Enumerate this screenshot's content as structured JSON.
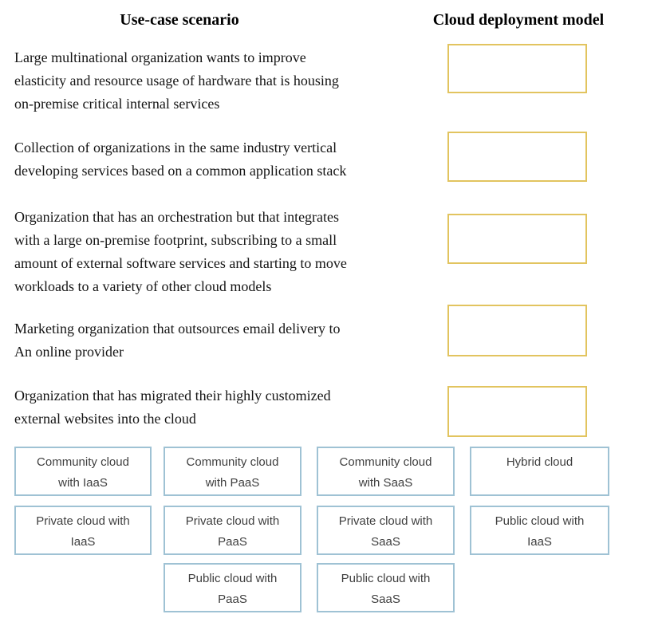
{
  "headers": {
    "left": "Use-case scenario",
    "right": "Cloud deployment model"
  },
  "scenarios": [
    {
      "lines": [
        "Large multinational organization wants to improve",
        "elasticity and resource usage of hardware that is housing",
        "on-premise critical internal services"
      ]
    },
    {
      "lines": [
        "Collection of organizations in the same industry vertical",
        "developing services based on a common application stack"
      ]
    },
    {
      "lines": [
        "Organization that has an orchestration but that integrates",
        "with a large on-premise footprint, subscribing to a small",
        "amount of external software services and starting to move",
        "workloads to a variety of other cloud models"
      ]
    },
    {
      "lines": [
        "Marketing organization that outsources email delivery to",
        "An online provider"
      ]
    },
    {
      "lines": [
        "Organization that has migrated their highly customized",
        "external websites into the cloud"
      ]
    }
  ],
  "drop_zones": [
    {
      "value": ""
    },
    {
      "value": ""
    },
    {
      "value": ""
    },
    {
      "value": ""
    },
    {
      "value": ""
    }
  ],
  "options": [
    {
      "label": "Community cloud with IaaS",
      "lines": [
        "Community cloud",
        "with IaaS"
      ]
    },
    {
      "label": "Community cloud with PaaS",
      "lines": [
        "Community cloud",
        "with PaaS"
      ]
    },
    {
      "label": "Community cloud with SaaS",
      "lines": [
        "Community cloud",
        "with SaaS"
      ]
    },
    {
      "label": "Hybrid cloud",
      "lines": [
        "Hybrid cloud"
      ]
    },
    {
      "label": "Private cloud with IaaS",
      "lines": [
        "Private cloud with",
        "IaaS"
      ]
    },
    {
      "label": "Private cloud with PaaS",
      "lines": [
        "Private cloud with",
        "PaaS"
      ]
    },
    {
      "label": "Private cloud with SaaS",
      "lines": [
        "Private cloud with",
        "SaaS"
      ]
    },
    {
      "label": "Public cloud with IaaS",
      "lines": [
        "Public cloud with",
        "IaaS"
      ]
    },
    {
      "label": "Public cloud with PaaS",
      "lines": [
        "Public cloud with",
        "PaaS"
      ]
    },
    {
      "label": "Public cloud with SaaS",
      "lines": [
        "Public cloud with",
        "SaaS"
      ]
    }
  ],
  "colors": {
    "drop_zone_border": "#e2c45f",
    "option_border": "#9fc2d4",
    "option_text": "#3f3f3f",
    "scenario_text": "#141414"
  }
}
